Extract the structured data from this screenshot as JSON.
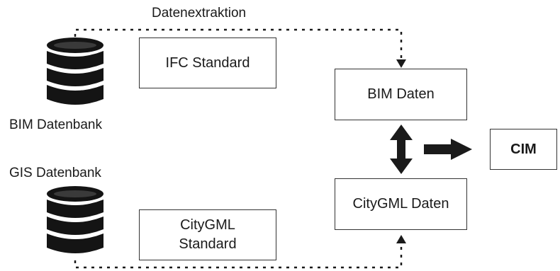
{
  "labels": {
    "datenextraktion": "Datenextraktion",
    "bim_db": "BIM Datenbank",
    "gis_db": "GIS Datenbank"
  },
  "boxes": {
    "ifc": "IFC Standard",
    "citygml_std_line1": "CityGML",
    "citygml_std_line2": "Standard",
    "bim_daten": "BIM Daten",
    "citygml_daten": "CityGML Daten",
    "cim": "CIM"
  },
  "icons": {
    "bim_db": "database-icon",
    "gis_db": "database-icon"
  }
}
